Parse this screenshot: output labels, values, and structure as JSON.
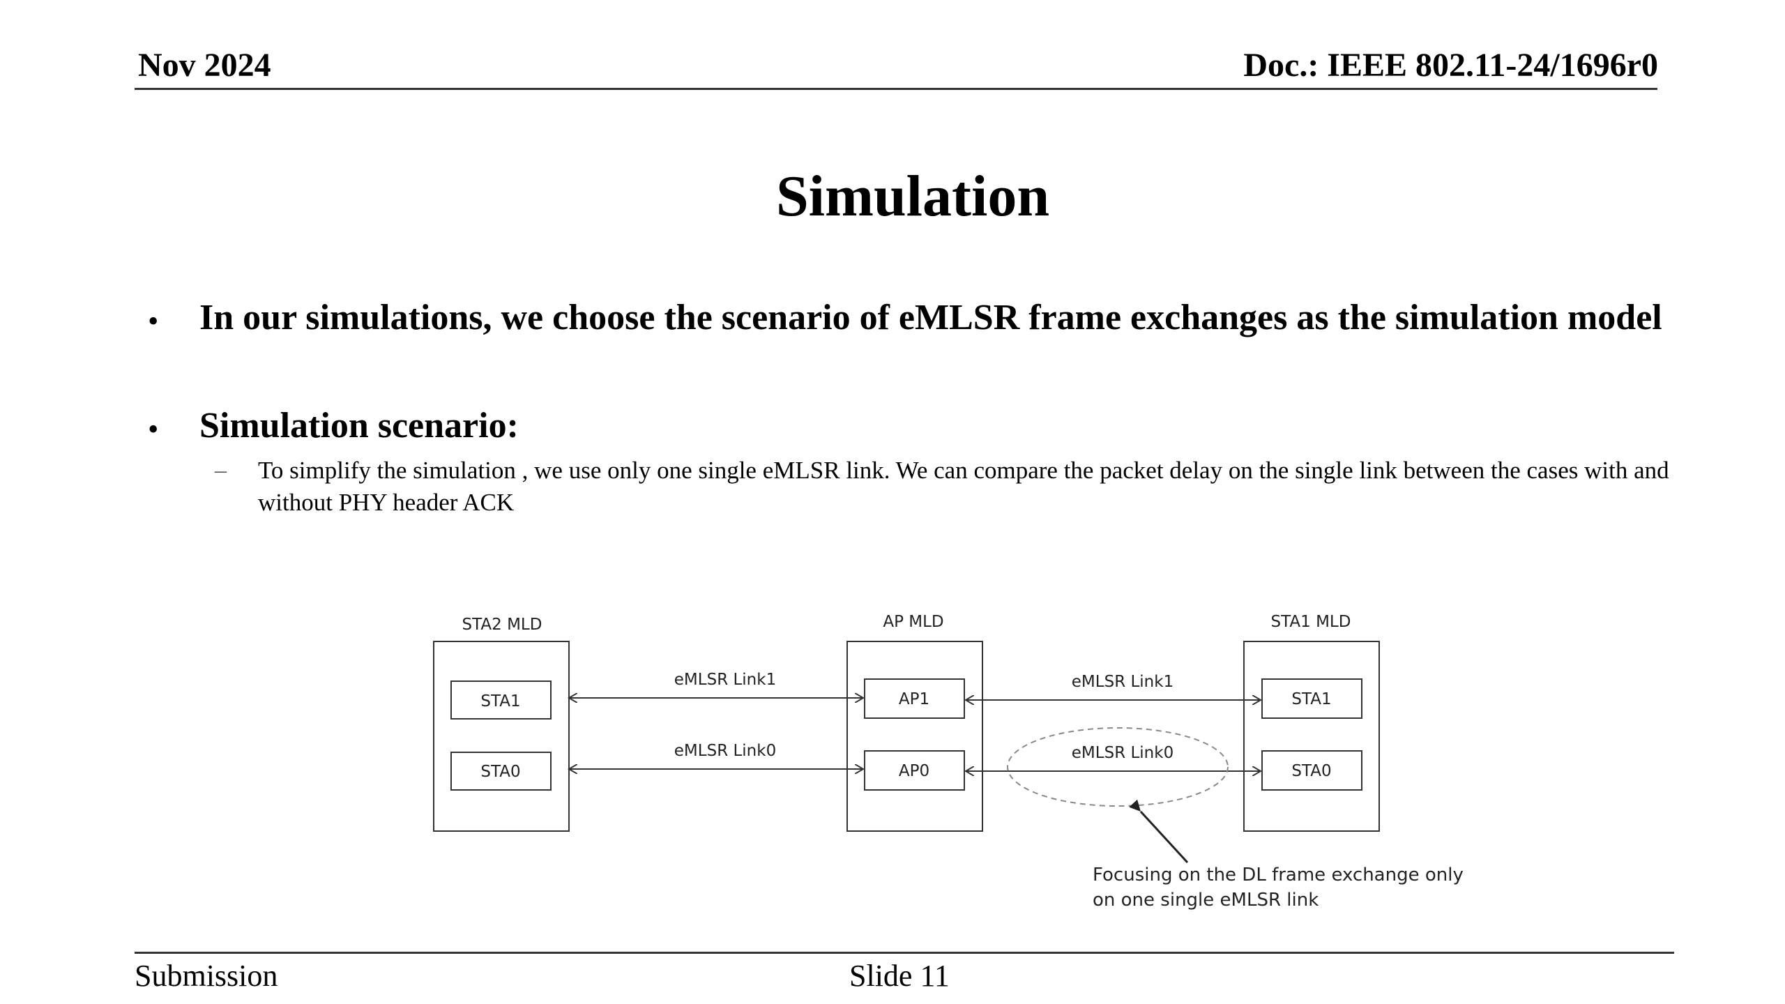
{
  "header": {
    "date": "Nov 2024",
    "doc_id": "Doc.: IEEE 802.11-24/1696r0"
  },
  "title": "Simulation",
  "bullets": [
    {
      "text": "In our simulations, we choose the scenario of eMLSR frame exchanges as the simulation model"
    },
    {
      "text": "Simulation scenario:"
    }
  ],
  "sub_bullet": {
    "dash": "–",
    "text": "To simplify the simulation , we use only one single eMLSR link. We can compare the packet delay on the single link between the cases with and without PHY header ACK"
  },
  "diagram": {
    "sta2_mld": {
      "label": "STA2 MLD",
      "sta1": "STA1",
      "sta0": "STA0"
    },
    "ap_mld": {
      "label": "AP MLD",
      "ap1": "AP1",
      "ap0": "AP0"
    },
    "sta1_mld": {
      "label": "STA1 MLD",
      "sta1": "STA1",
      "sta0": "STA0"
    },
    "left_link1": "eMLSR Link1",
    "left_link0": "eMLSR Link0",
    "right_link1": "eMLSR Link1",
    "right_link0": "eMLSR Link0",
    "note_line1": "Focusing on the DL frame exchange only",
    "note_line2": "on one single eMLSR link"
  },
  "footer": {
    "left": "Submission",
    "center": "Slide 11"
  },
  "colors": {
    "text": "#000000",
    "rule": "#333333",
    "diagram_stroke": "#333333",
    "ellipse_stroke": "#888888"
  }
}
